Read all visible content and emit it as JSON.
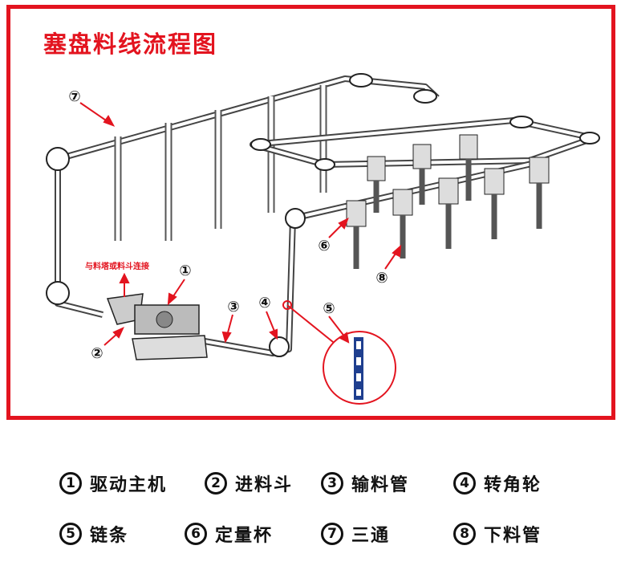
{
  "title": "塞盘料线流程图",
  "note": "与料塔或料斗连接",
  "callouts": [
    "①",
    "②",
    "③",
    "④",
    "⑤",
    "⑥",
    "⑦",
    "⑧"
  ],
  "legend": {
    "row1": [
      {
        "num": "1",
        "label": "驱动主机"
      },
      {
        "num": "2",
        "label": "进料斗"
      },
      {
        "num": "3",
        "label": "输料管"
      },
      {
        "num": "4",
        "label": "转角轮"
      }
    ],
    "row2": [
      {
        "num": "5",
        "label": "链条"
      },
      {
        "num": "6",
        "label": "定量杯"
      },
      {
        "num": "7",
        "label": "三通"
      },
      {
        "num": "8",
        "label": "下料管"
      }
    ]
  },
  "colors": {
    "accent": "#e3141f",
    "chain": "#1f3f8f",
    "line": "#333333"
  }
}
